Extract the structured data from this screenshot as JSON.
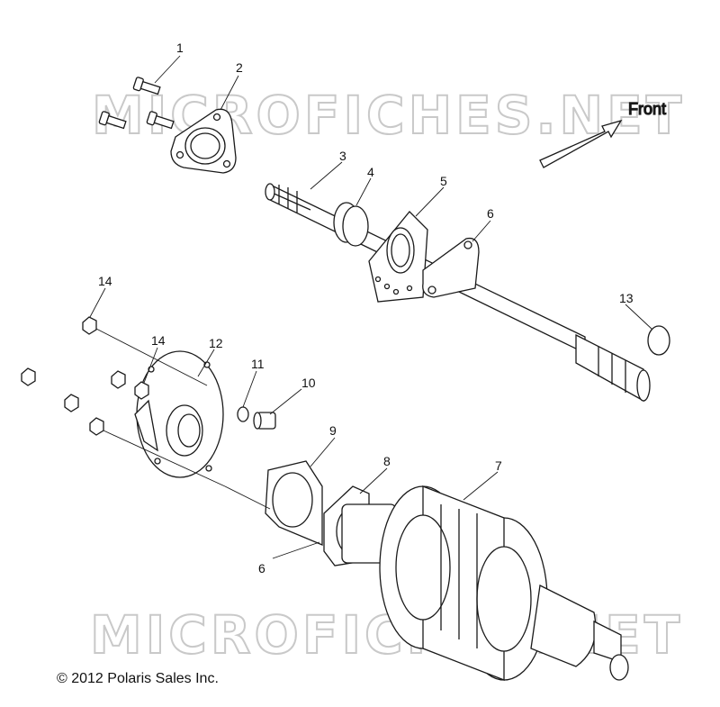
{
  "watermark": "MICROFICHES.NET",
  "orientation": {
    "label": "Front"
  },
  "callouts": [
    {
      "num": "1"
    },
    {
      "num": "2"
    },
    {
      "num": "3"
    },
    {
      "num": "4"
    },
    {
      "num": "5"
    },
    {
      "num": "6"
    },
    {
      "num": "14"
    },
    {
      "num": "12"
    },
    {
      "num": "14"
    },
    {
      "num": "11"
    },
    {
      "num": "10"
    },
    {
      "num": "13"
    },
    {
      "num": "9"
    },
    {
      "num": "8"
    },
    {
      "num": "7"
    },
    {
      "num": "6"
    }
  ],
  "copyright": "© 2012 Polaris Sales Inc."
}
